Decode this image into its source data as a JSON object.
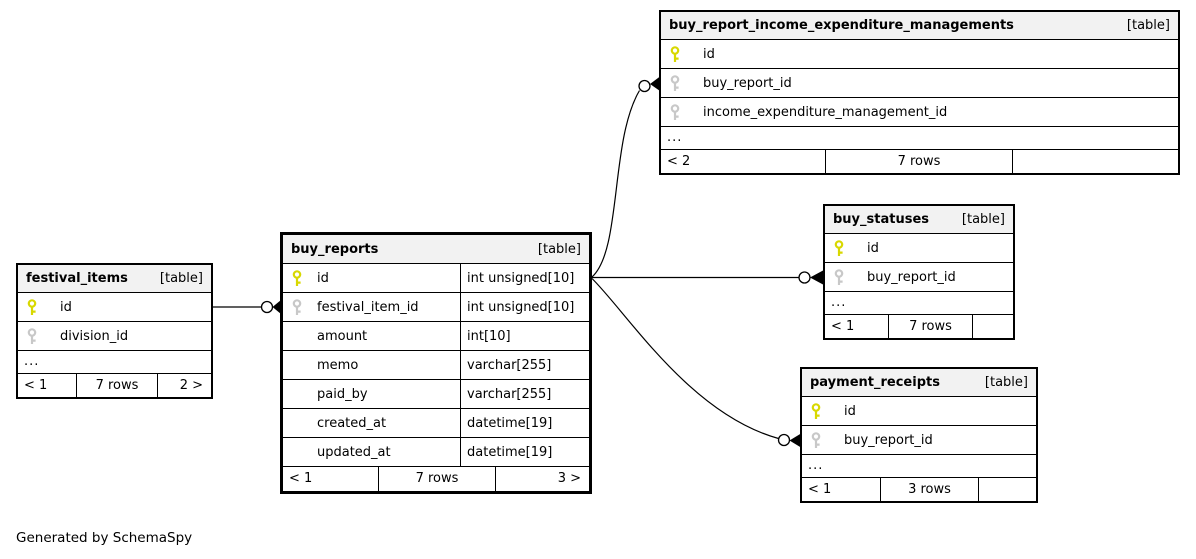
{
  "colors": {
    "primary_key_icon": "#d8d800",
    "foreign_key_icon": "#c8c8c8",
    "table_header_bg": "#f2f2f2",
    "line": "#000000"
  },
  "credit": "Generated by SchemaSpy",
  "tables": {
    "buy_report_income_expenditure_managements": {
      "title": "buy_report_income_expenditure_managements",
      "tag": "[table]",
      "columns": [
        {
          "name": "id",
          "key": "primary"
        },
        {
          "name": "buy_report_id",
          "key": "foreign"
        },
        {
          "name": "income_expenditure_management_id",
          "key": "foreign"
        }
      ],
      "ellipsis": "...",
      "footer": {
        "left": "< 2",
        "center": "7 rows",
        "right": ""
      }
    },
    "buy_statuses": {
      "title": "buy_statuses",
      "tag": "[table]",
      "columns": [
        {
          "name": "id",
          "key": "primary"
        },
        {
          "name": "buy_report_id",
          "key": "foreign"
        }
      ],
      "ellipsis": "...",
      "footer": {
        "left": "< 1",
        "center": "7 rows",
        "right": ""
      }
    },
    "payment_receipts": {
      "title": "payment_receipts",
      "tag": "[table]",
      "columns": [
        {
          "name": "id",
          "key": "primary"
        },
        {
          "name": "buy_report_id",
          "key": "foreign"
        }
      ],
      "ellipsis": "...",
      "footer": {
        "left": "< 1",
        "center": "3 rows",
        "right": ""
      }
    },
    "buy_reports": {
      "title": "buy_reports",
      "tag": "[table]",
      "columns": [
        {
          "name": "id",
          "type": "int unsigned[10]",
          "key": "primary"
        },
        {
          "name": "festival_item_id",
          "type": "int unsigned[10]",
          "key": "foreign"
        },
        {
          "name": "amount",
          "type": "int[10]"
        },
        {
          "name": "memo",
          "type": "varchar[255]"
        },
        {
          "name": "paid_by",
          "type": "varchar[255]"
        },
        {
          "name": "created_at",
          "type": "datetime[19]"
        },
        {
          "name": "updated_at",
          "type": "datetime[19]"
        }
      ],
      "footer": {
        "left": "< 1",
        "center": "7 rows",
        "right": "3 >"
      }
    },
    "festival_items": {
      "title": "festival_items",
      "tag": "[table]",
      "columns": [
        {
          "name": "id",
          "key": "primary"
        },
        {
          "name": "division_id",
          "key": "foreign"
        }
      ],
      "ellipsis": "...",
      "footer": {
        "left": "< 1",
        "center": "7 rows",
        "right": "2 >"
      }
    }
  }
}
